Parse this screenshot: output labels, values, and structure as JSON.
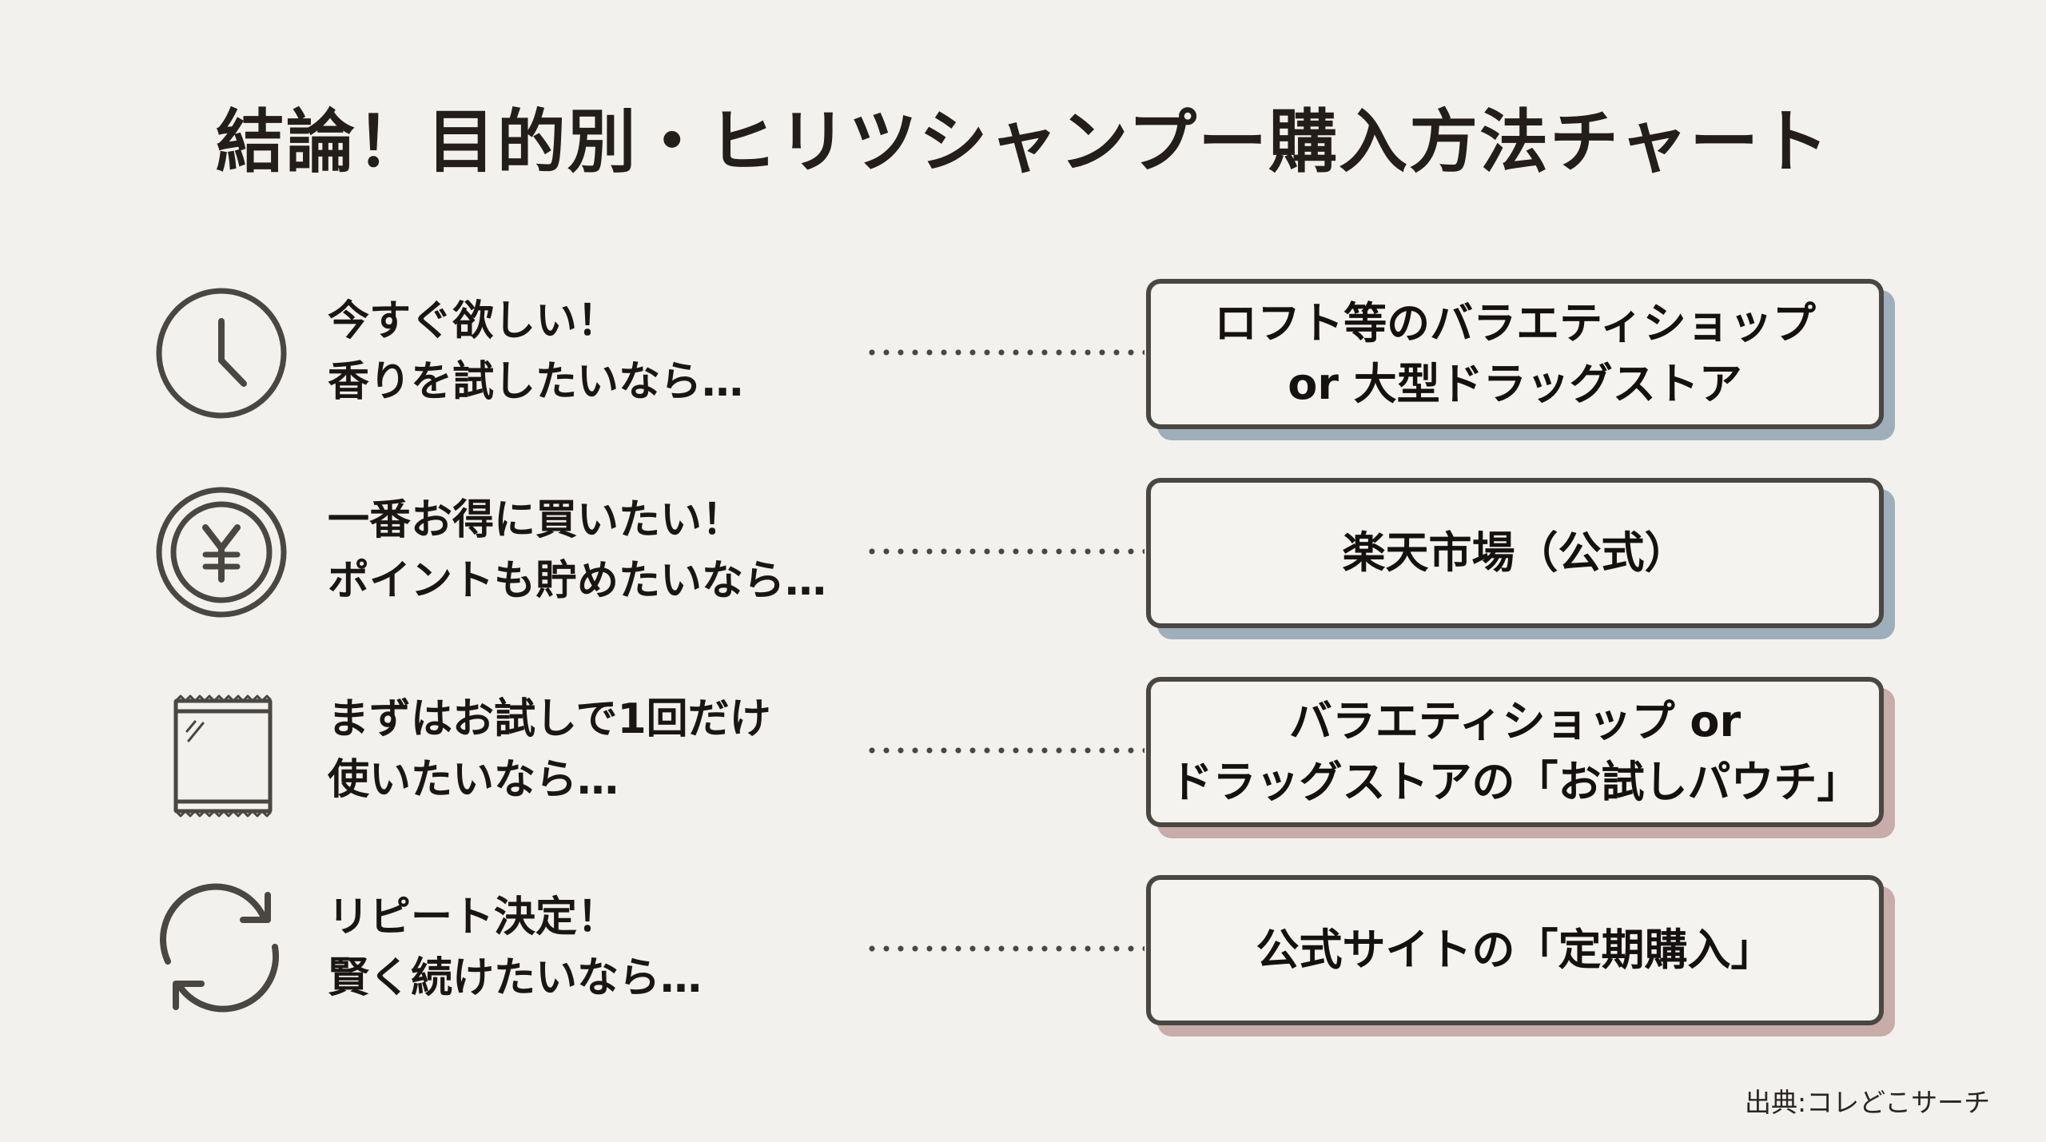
{
  "title": "結論！目的別・ヒリツシャンプー購入方法チャート",
  "rows": [
    {
      "icon": "clock-icon",
      "condition_lines": [
        "今すぐ欲しい！",
        "香りを試したいなら…"
      ],
      "result_lines": [
        "ロフト等のバラエティショップ",
        "or 大型ドラッグストア"
      ],
      "shadow_color": "#9eaebb"
    },
    {
      "icon": "yen-coin-icon",
      "condition_lines": [
        "一番お得に買いたい！",
        "ポイントも貯めたいなら…"
      ],
      "result_lines": [
        "楽天市場（公式）"
      ],
      "shadow_color": "#9eaebb"
    },
    {
      "icon": "sample-pouch-icon",
      "condition_lines": [
        "まずはお試しで1回だけ",
        "使いたいなら…"
      ],
      "result_lines": [
        "バラエティショップ or",
        "ドラッグストアの「お試しパウチ」"
      ],
      "shadow_color": "#c7acaa"
    },
    {
      "icon": "refresh-cycle-icon",
      "condition_lines": [
        "リピート決定！",
        "賢く続けたいなら…"
      ],
      "result_lines": [
        "公式サイトの「定期購入」"
      ],
      "shadow_color": "#c7acaa"
    }
  ],
  "footer": {
    "source": "出典:コレどこサーチ"
  },
  "colors": {
    "background": "#f2f1ed",
    "icon_stroke": "#4a4642",
    "box_border": "#4a4642",
    "shadow_blue": "#9eaebb",
    "shadow_mauve": "#c7acaa",
    "text": "#1a1613"
  }
}
